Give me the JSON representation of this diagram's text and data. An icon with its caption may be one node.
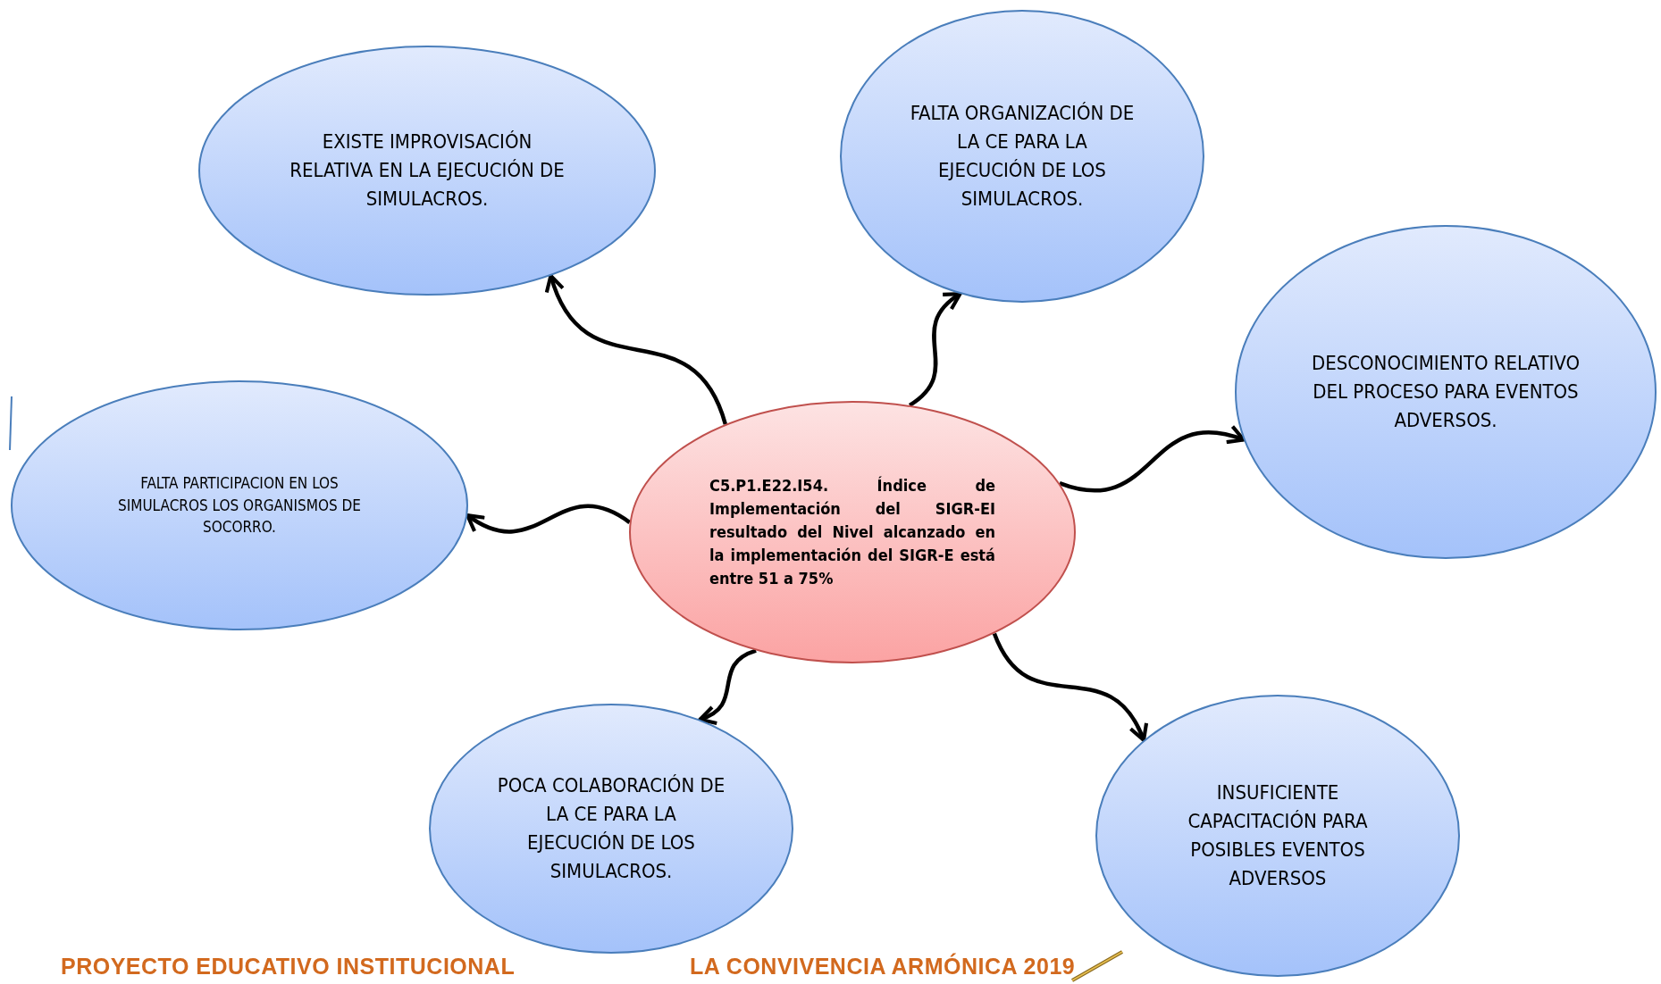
{
  "diagram": {
    "nodes": [
      {
        "text": [
          "C5.P1.E22.I54. Índice de Implementación del SIGR-EI resultado del Nivel alcanzado en la implementación del SIGR-E está entre 51 a 75%"
        ]
      },
      {
        "text": [
          "EXISTE IMPROVISACIÓN RELATIVA EN LA EJECUCIÓN DE SIMULACROS."
        ]
      },
      {
        "text": [
          "FALTA ORGANIZACIÓN DE LA CE PARA LA EJECUCIÓN DE LOS SIMULACROS."
        ]
      },
      {
        "text": [
          "DESCONOCIMIENTO RELATIVO DEL PROCESO PARA EVENTOS ADVERSOS."
        ]
      },
      {
        "text": [
          "FALTA  PARTICIPACION EN LOS SIMULACROS LOS ORGANISMOS DE SOCORRO."
        ]
      },
      {
        "text": [
          "POCA COLABORACIÓN DE LA CE PARA LA EJECUCIÓN DE LOS SIMULACROS."
        ]
      },
      {
        "text": [
          "INSUFICIENTE CAPACITACIÓN PARA POSIBLES  EVENTOS ADVERSOS"
        ]
      }
    ],
    "edges": [
      {
        "from": 0,
        "to": 1,
        "arrow": "to"
      },
      {
        "from": 0,
        "to": 2,
        "arrow": "to"
      },
      {
        "from": 0,
        "to": 3,
        "arrow": "to"
      },
      {
        "from": 0,
        "to": 4,
        "arrow": "to"
      },
      {
        "from": 0,
        "to": 5,
        "arrow": "to"
      },
      {
        "from": 0,
        "to": 6,
        "arrow": "to"
      }
    ],
    "labels": [
      "PROYECTO EDUCATIVO INSTITUCIONAL",
      "LA CONVIVENCIA ARMÓNICA 2019"
    ]
  }
}
